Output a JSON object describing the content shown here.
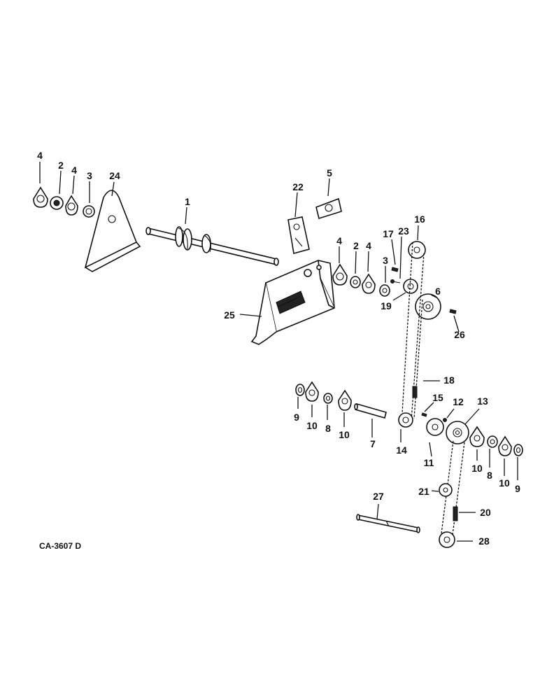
{
  "drawing_code": "CA-3607 D",
  "callouts": {
    "c4a": "4",
    "c2a": "2",
    "c4b": "4",
    "c3a": "3",
    "c24": "24",
    "c1": "1",
    "c22": "22",
    "c5": "5",
    "c4c": "4",
    "c2b": "2",
    "c4d": "4",
    "c3b": "3",
    "c17": "17",
    "c23": "23",
    "c16": "16",
    "c6": "6",
    "c19": "19",
    "c25": "25",
    "c26": "26",
    "c18": "18",
    "c15": "15",
    "c12": "12",
    "c13": "13",
    "c11": "11",
    "c14": "14",
    "c7": "7",
    "c21": "21",
    "c20": "20",
    "c27": "27",
    "c28": "28",
    "c9a": "9",
    "c10a": "10",
    "c8a": "8",
    "c10b": "10",
    "c10c": "10",
    "c8b": "8",
    "c10d": "10",
    "c9b": "9"
  }
}
